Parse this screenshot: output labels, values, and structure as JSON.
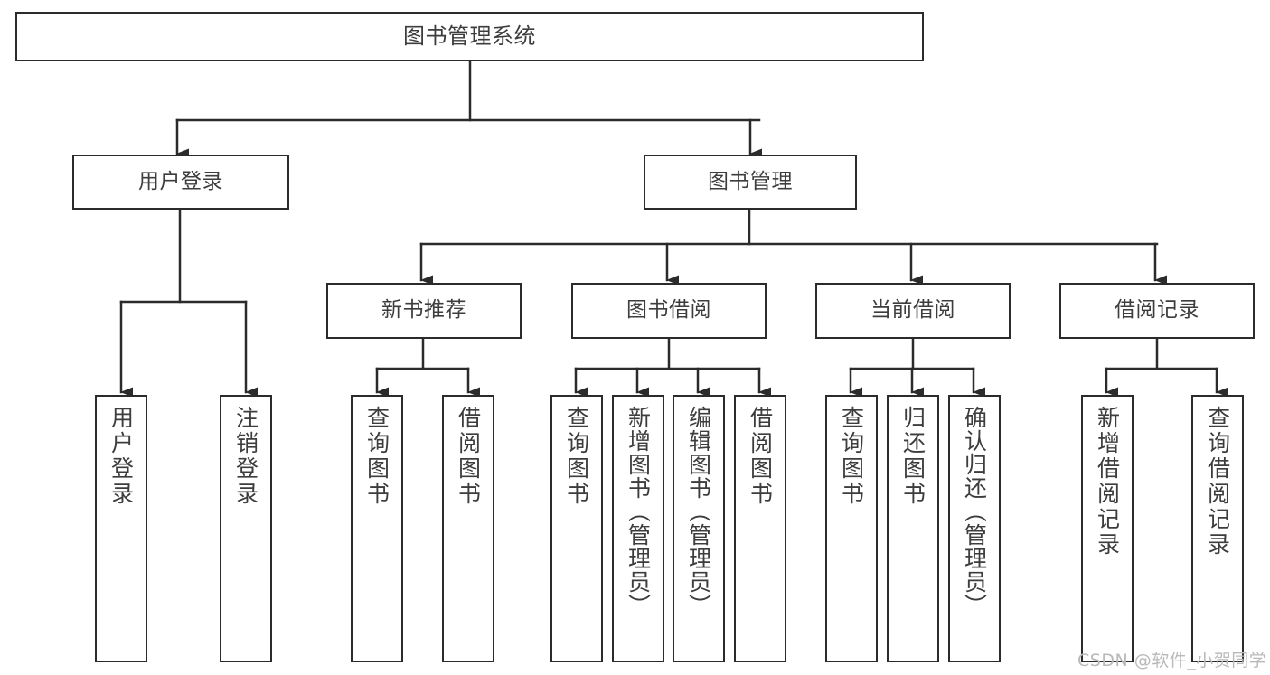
{
  "diagram": {
    "title": "图书管理系统",
    "type": "tree-hierarchy-chart",
    "colors": {
      "box_border": "#2b2b2b",
      "box_fill": "#ffffff",
      "edge": "#2b2b2b",
      "text": "#3d3d3d",
      "watermark": "#b9b9b9",
      "background": "#ffffff"
    },
    "root": {
      "label": "图书管理系统"
    },
    "level2": [
      {
        "id": "user-login",
        "label": "用户登录"
      },
      {
        "id": "book-management",
        "label": "图书管理"
      }
    ],
    "level3": [
      {
        "id": "new-book-recommend",
        "label": "新书推荐"
      },
      {
        "id": "book-borrow",
        "label": "图书借阅"
      },
      {
        "id": "current-borrow",
        "label": "当前借阅"
      },
      {
        "id": "borrow-record",
        "label": "借阅记录"
      }
    ],
    "leaves": {
      "user_login": [
        {
          "id": "leaf-user-login",
          "label": "用户登录"
        },
        {
          "id": "leaf-user-logout",
          "label": "注销登录"
        }
      ],
      "new_book_recommend": [
        {
          "id": "leaf-query-book-1",
          "label": "查询图书"
        },
        {
          "id": "leaf-borrow-book-1",
          "label": "借阅图书"
        }
      ],
      "book_borrow": [
        {
          "id": "leaf-query-book-2",
          "label": "查询图书"
        },
        {
          "id": "leaf-add-book",
          "label": "新增图书（管理员）"
        },
        {
          "id": "leaf-edit-book",
          "label": "编辑图书（管理员）"
        },
        {
          "id": "leaf-borrow-book-2",
          "label": "借阅图书"
        }
      ],
      "current_borrow": [
        {
          "id": "leaf-query-book-3",
          "label": "查询图书"
        },
        {
          "id": "leaf-return-book",
          "label": "归还图书"
        },
        {
          "id": "leaf-confirm-return",
          "label": "确认归还（管理员）"
        }
      ],
      "borrow_record": [
        {
          "id": "leaf-add-record",
          "label": "新增借阅记录"
        },
        {
          "id": "leaf-query-record",
          "label": "查询借阅记录"
        }
      ]
    },
    "watermark": "CSDN @软件_小贺同学"
  }
}
